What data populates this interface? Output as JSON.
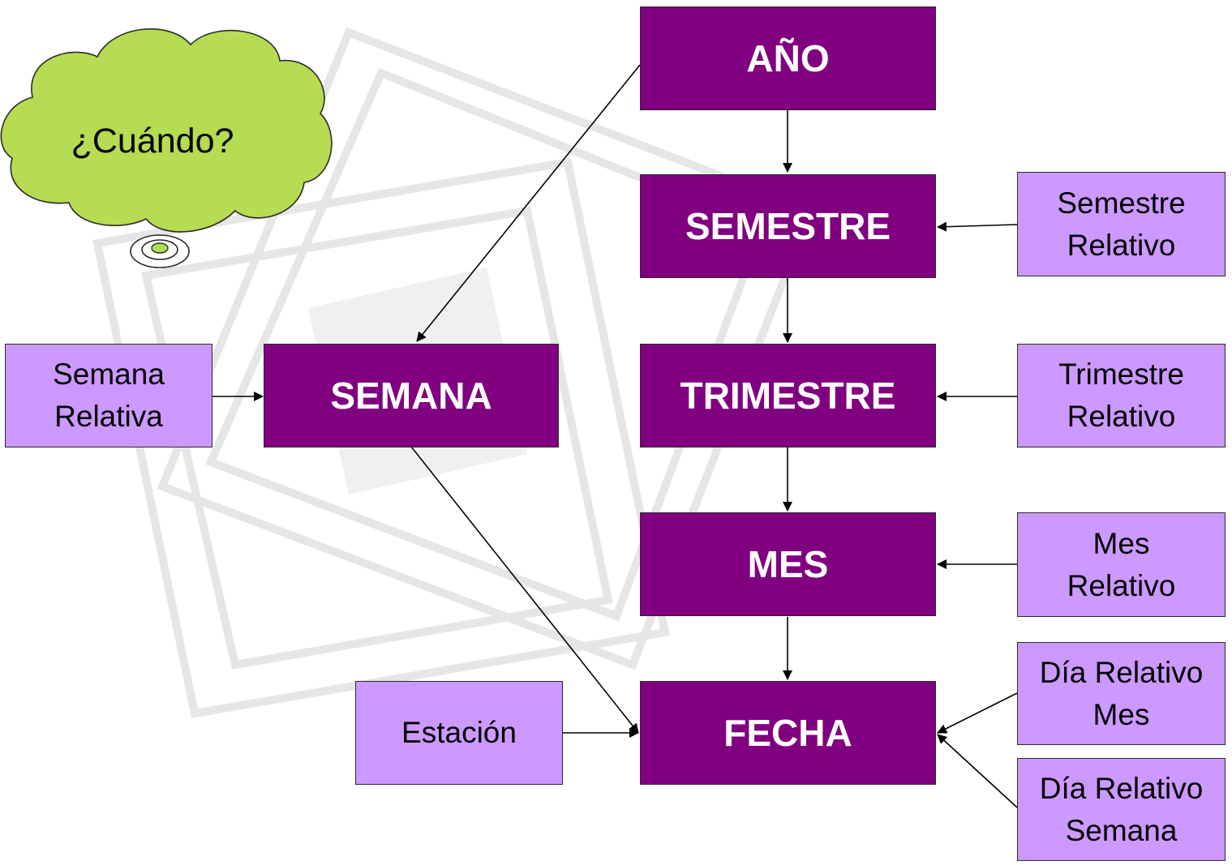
{
  "cloud": {
    "text": "¿Cuándo?"
  },
  "levels": {
    "anio": "AÑO",
    "semestre": "SEMESTRE",
    "trimestre": "TRIMESTRE",
    "mes": "MES",
    "fecha": "FECHA",
    "semana": "SEMANA"
  },
  "relative": {
    "semestre_relativo": [
      "Semestre",
      "Relativo"
    ],
    "trimestre_relativo": [
      "Trimestre",
      "Relativo"
    ],
    "mes_relativo": [
      "Mes",
      "Relativo"
    ],
    "dia_relativo_mes": [
      "Día Relativo",
      "Mes"
    ],
    "dia_relativo_semana": [
      "Día Relativo",
      "Semana"
    ],
    "semana_relativa": [
      "Semana",
      "Relativa"
    ],
    "estacion": "Estación"
  },
  "colors": {
    "level_fill": "#800080",
    "relative_fill": "#CC99FF",
    "cloud_fill": "#B5DC52",
    "arrow": "#000000"
  }
}
